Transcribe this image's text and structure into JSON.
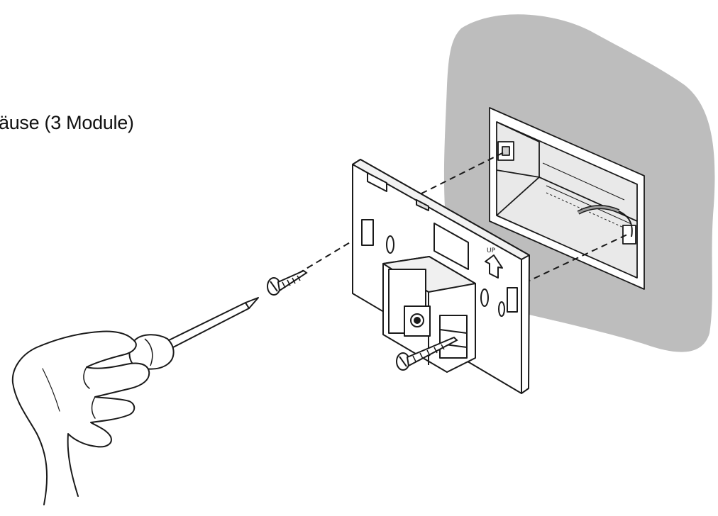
{
  "caption": "äuse (3 Module)",
  "plate_label": "UP",
  "colors": {
    "wall": "#bdbdbd",
    "line": "#1a1a1a",
    "background": "#ffffff"
  },
  "icons": [
    "hand",
    "screwdriver",
    "screw",
    "mounting-plate",
    "wall-box",
    "wall"
  ]
}
